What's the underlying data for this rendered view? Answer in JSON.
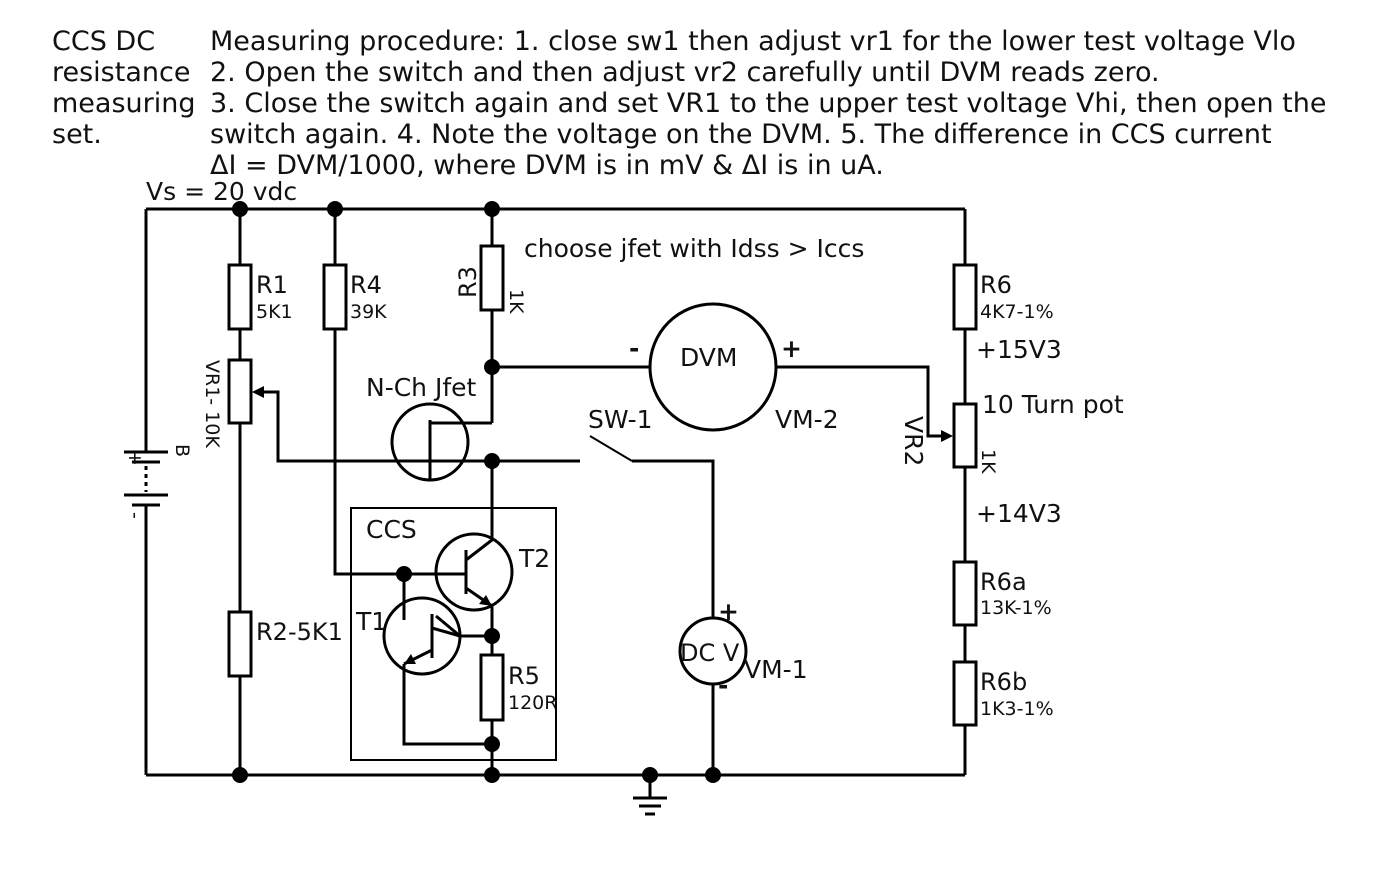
{
  "title_block": [
    "CCS DC",
    "resistance",
    "measuring",
    "set."
  ],
  "procedure": [
    "Measuring procedure: 1. close sw1 then adjust vr1 for the lower test voltage Vlo",
    "2. Open the switch and then adjust vr2 carefully until DVM reads zero.",
    "3. Close the switch again and set VR1 to the upper test voltage Vhi, then open the",
    "switch again. 4. Note the voltage on the DVM. 5. The difference in CCS current",
    "ΔI = DVM/1000, where DVM is in mV & ΔI is in uA."
  ],
  "supply": "Vs = 20 vdc",
  "note": "choose jfet with Idss > Iccs",
  "battery": {
    "name": "B",
    "plus": "+",
    "minus": "-"
  },
  "components": {
    "r1": {
      "name": "R1",
      "value": "5K1"
    },
    "r2": {
      "name": "R2-5K1"
    },
    "r3": {
      "name": "R3",
      "value": "1K"
    },
    "r4": {
      "name": "R4",
      "value": "39K"
    },
    "r5": {
      "name": "R5",
      "value": "120R"
    },
    "r6": {
      "name": "R6",
      "value": "4K7-1%"
    },
    "r6a": {
      "name": "R6a",
      "value": "13K-1%"
    },
    "r6b": {
      "name": "R6b",
      "value": "1K3-1%"
    },
    "vr1": {
      "name": "VR1- 10K"
    },
    "vr2": {
      "name": "VR2",
      "value": "1K",
      "desc": "10 Turn pot"
    },
    "jfet": {
      "name": "N-Ch Jfet"
    },
    "t1": {
      "name": "T1"
    },
    "t2": {
      "name": "T2"
    },
    "ccs": {
      "name": "CCS"
    },
    "sw1": {
      "name": "SW-1"
    },
    "dvm": {
      "name": "DVM",
      "ref": "VM-2",
      "minus": "-",
      "plus": "+"
    },
    "dcv": {
      "name": "DC V",
      "ref": "VM-1",
      "plus": "+",
      "minus": "-"
    }
  },
  "voltages": {
    "v_upper": "+15V3",
    "v_lower": "+14V3"
  }
}
